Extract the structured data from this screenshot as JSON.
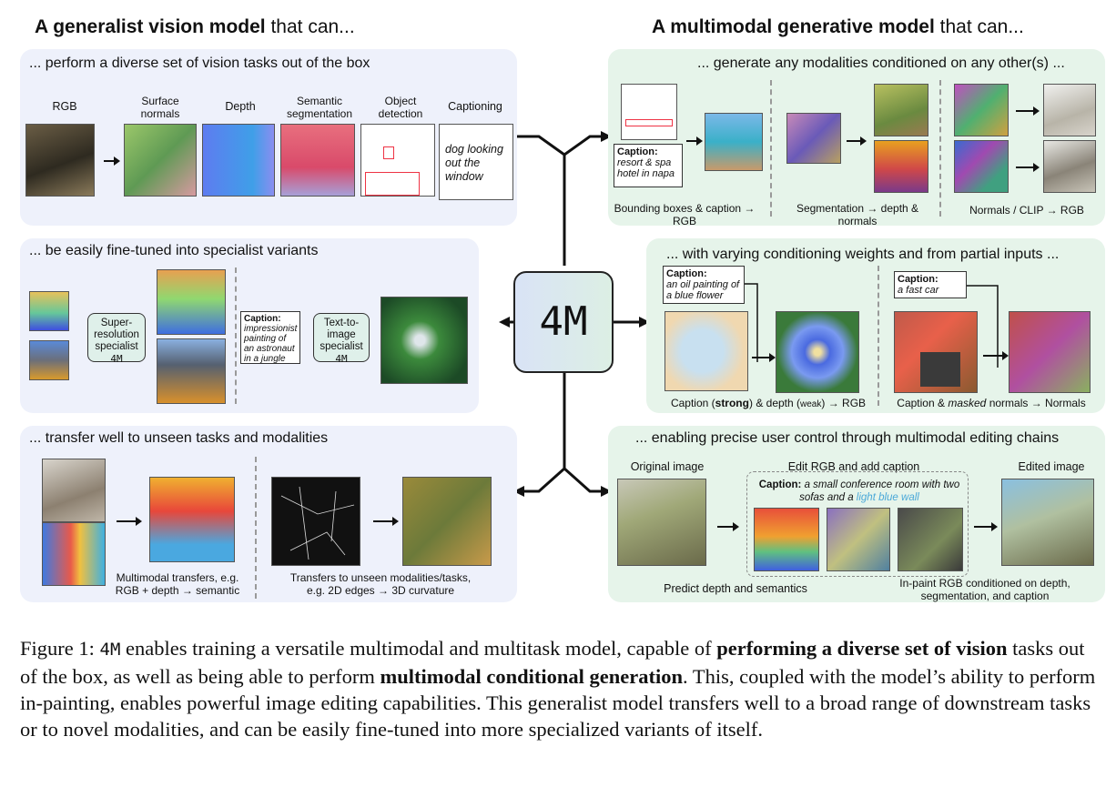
{
  "headers": {
    "left_bold": "A generalist vision model",
    "left_rest": " that can...",
    "right_bold": "A multimodal generative model",
    "right_rest": " that can..."
  },
  "center": {
    "label": "4M"
  },
  "panel_tasks": {
    "title": "... perform a diverse set of vision tasks out of the box",
    "labels": [
      "RGB",
      "Surface normals",
      "Depth",
      "Semantic segmentation",
      "Object detection",
      "Captioning"
    ],
    "caption_text": "dog looking out the window"
  },
  "panel_finetune": {
    "title": "... be easily fine-tuned into specialist variants",
    "specialist1": "Super-resolution specialist",
    "specialist2": "Text-to-image specialist",
    "model": "4M",
    "caption_label": "Caption:",
    "caption_text": "impressionist painting of an astronaut in a jungle"
  },
  "panel_transfer": {
    "title": "... transfer well to unseen tasks and modalities",
    "label1": "Multimodal transfers, e.g. RGB + depth → semantic",
    "label2": "Transfers to unseen modalities/tasks, e.g. 2D edges → 3D curvature"
  },
  "panel_generate": {
    "title": "... generate any modalities conditioned on any other(s) ...",
    "caption_label": "Caption:",
    "caption_text": "resort & spa hotel in napa",
    "label1": "Bounding boxes & caption → RGB",
    "label2": "Segmentation → depth & normals",
    "label3": "Normals / CLIP → RGB"
  },
  "panel_weights": {
    "title": "... with varying conditioning weights and from partial inputs ...",
    "caption_label": "Caption:",
    "caption1_text": "an oil painting of a blue flower",
    "caption2_text": "a fast car",
    "label1_pre": "Caption (",
    "label1_strong": "strong",
    "label1_mid": ") & depth (",
    "label1_weak": "weak",
    "label1_post": ")  → RGB",
    "label2_pre": "Caption & ",
    "label2_masked": "masked",
    "label2_post": " normals → Normals"
  },
  "panel_edit": {
    "title": "... enabling precise user control through multimodal editing chains",
    "original": "Original image",
    "edit": "Edit RGB and add caption",
    "edited": "Edited image",
    "caption_label": "Caption:",
    "caption_text": " a small conference room with two sofas and a ",
    "caption_highlight": "light blue wall",
    "predict": "Predict depth and semantics",
    "inpaint": "In-paint RGB conditioned on depth, segmentation, and caption"
  },
  "figure_caption": {
    "prefix": "Figure 1:  ",
    "model": "4M",
    "t1": " enables training a versatile multimodal and multitask model, capable of ",
    "b1": "performing a diverse set of vision",
    "t2": " tasks out of the box, as well as being able to perform ",
    "b2": "multimodal conditional generation",
    "t3": ". This, coupled with the model’s ability to perform in-painting, enables powerful image editing capabilities. This generalist model transfers well to a broad range of downstream tasks or to novel modalities, and can be easily fine-tuned into more specialized variants of itself."
  },
  "colors": {
    "left_panel": "#eef1fb",
    "right_panel": "#e6f4ea",
    "highlight": "#4aa8d8"
  }
}
